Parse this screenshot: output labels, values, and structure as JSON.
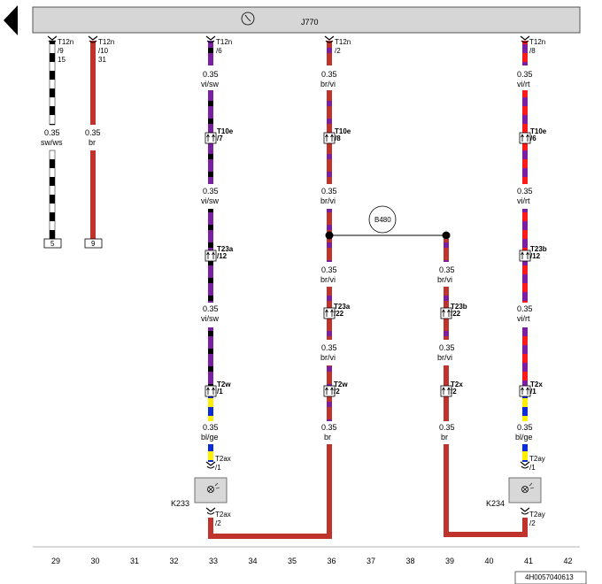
{
  "diagram_code": "4H0057040613",
  "control_unit": {
    "name": "J770",
    "sub": ""
  },
  "colors": {
    "br": "#c0332d",
    "vi": "#7a1fa2",
    "sw": "#000000",
    "ws": "#ffffff",
    "rt": "#ff1a1a",
    "bl": "#0a2bd6",
    "ge": "#ffee00"
  },
  "columns": [
    "29",
    "30",
    "31",
    "32",
    "33",
    "34",
    "35",
    "36",
    "37",
    "38",
    "39",
    "40",
    "41",
    "42"
  ],
  "wires": {
    "w1": {
      "pin_top": [
        "T12n",
        "/9",
        "15"
      ],
      "label": [
        "0.35",
        "sw/ws"
      ],
      "terminal": "5"
    },
    "w2": {
      "pin_top": [
        "T12n",
        "/10",
        "31"
      ],
      "label": [
        "0.35",
        "br"
      ],
      "terminal": "9"
    },
    "w3": {
      "pin_top": [
        "T12n",
        "/6"
      ],
      "labels": [
        [
          "0.35",
          "vi/sw"
        ],
        [
          "0.35",
          "vi/sw"
        ],
        [
          "0.35",
          "vi/sw"
        ],
        [
          "0.35",
          "bl/ge"
        ]
      ],
      "connectors": [
        [
          "T10e",
          "/7"
        ],
        [
          "T23a",
          "/12"
        ],
        [
          "T2w",
          "/1"
        ]
      ],
      "conn_bottom": [
        "T2ax",
        "/1"
      ],
      "conn_below": [
        "T2ax",
        "/2"
      ]
    },
    "w4": {
      "pin_top": [
        "T12n",
        "/2"
      ],
      "labels": [
        [
          "0.35",
          "br/vi"
        ],
        [
          "0.35",
          "br/vi"
        ],
        [
          "0.35",
          "br/vi"
        ],
        [
          "0.35",
          "br/vi"
        ],
        [
          "0.35",
          "br"
        ]
      ],
      "connectors": [
        [
          "T10e",
          "/8"
        ],
        [
          "T23a",
          "/22"
        ],
        [
          "T2w",
          "/2"
        ]
      ]
    },
    "w5": {
      "labels": [
        [
          "0.35",
          "br/vi"
        ],
        [
          "0.35",
          "br/vi"
        ],
        [
          "0.35",
          "br"
        ]
      ],
      "connectors": [
        [
          "T23b",
          "/22"
        ],
        [
          "T2x",
          "/2"
        ]
      ]
    },
    "w6": {
      "pin_top": [
        "T12n",
        "/8"
      ],
      "labels": [
        [
          "0.35",
          "vi/rt"
        ],
        [
          "0.35",
          "vi/rt"
        ],
        [
          "0.35",
          "vi/rt"
        ],
        [
          "0.35",
          "bl/ge"
        ]
      ],
      "connectors": [
        [
          "T10e",
          "/6"
        ],
        [
          "T23b",
          "/12"
        ],
        [
          "T2x",
          "/1"
        ]
      ],
      "conn_bottom": [
        "T2ay",
        "/1"
      ],
      "conn_below": [
        "T2ay",
        "/2"
      ]
    }
  },
  "junction": {
    "name": "B480"
  },
  "components": {
    "k233": "K233",
    "k234": "K234"
  }
}
